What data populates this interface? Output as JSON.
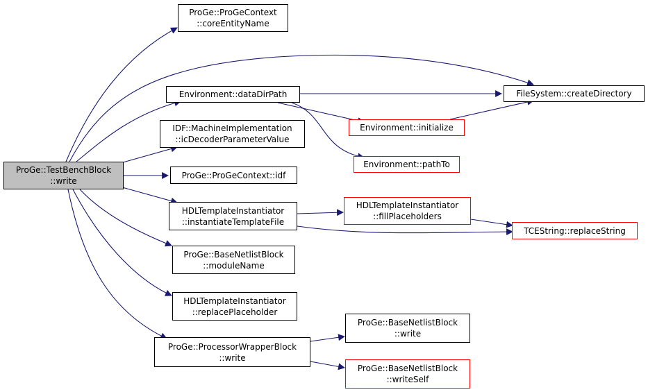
{
  "colors": {
    "edge": "#191970",
    "box_border": "#000000",
    "box_border_external": "#ff0000",
    "root_fill": "#bfbfbf"
  },
  "nodes": {
    "root": {
      "line1": "ProGe::TestBenchBlock",
      "line2": "::write"
    },
    "core_entity_name": {
      "line1": "ProGe::ProGeContext",
      "line2": "::coreEntityName"
    },
    "data_dir_path": {
      "line1": "Environment::dataDirPath"
    },
    "create_directory": {
      "line1": "FileSystem::createDirectory"
    },
    "initialize": {
      "line1": "Environment::initialize"
    },
    "path_to": {
      "line1": "Environment::pathTo"
    },
    "ic_decoder": {
      "line1": "IDF::MachineImplementation",
      "line2": "::icDecoderParameterValue"
    },
    "idf": {
      "line1": "ProGe::ProGeContext::idf"
    },
    "instantiate_template": {
      "line1": "HDLTemplateInstantiator",
      "line2": "::instantiateTemplateFile"
    },
    "fill_placeholders": {
      "line1": "HDLTemplateInstantiator",
      "line2": "::fillPlaceholders"
    },
    "replace_string": {
      "line1": "TCEString::replaceString"
    },
    "module_name": {
      "line1": "ProGe::BaseNetlistBlock",
      "line2": "::moduleName"
    },
    "replace_placeholder": {
      "line1": "HDLTemplateInstantiator",
      "line2": "::replacePlaceholder"
    },
    "processor_wrapper_write": {
      "line1": "ProGe::ProcessorWrapperBlock",
      "line2": "::write"
    },
    "base_write": {
      "line1": "ProGe::BaseNetlistBlock",
      "line2": "::write"
    },
    "base_write_self": {
      "line1": "ProGe::BaseNetlistBlock",
      "line2": "::writeSelf"
    }
  }
}
